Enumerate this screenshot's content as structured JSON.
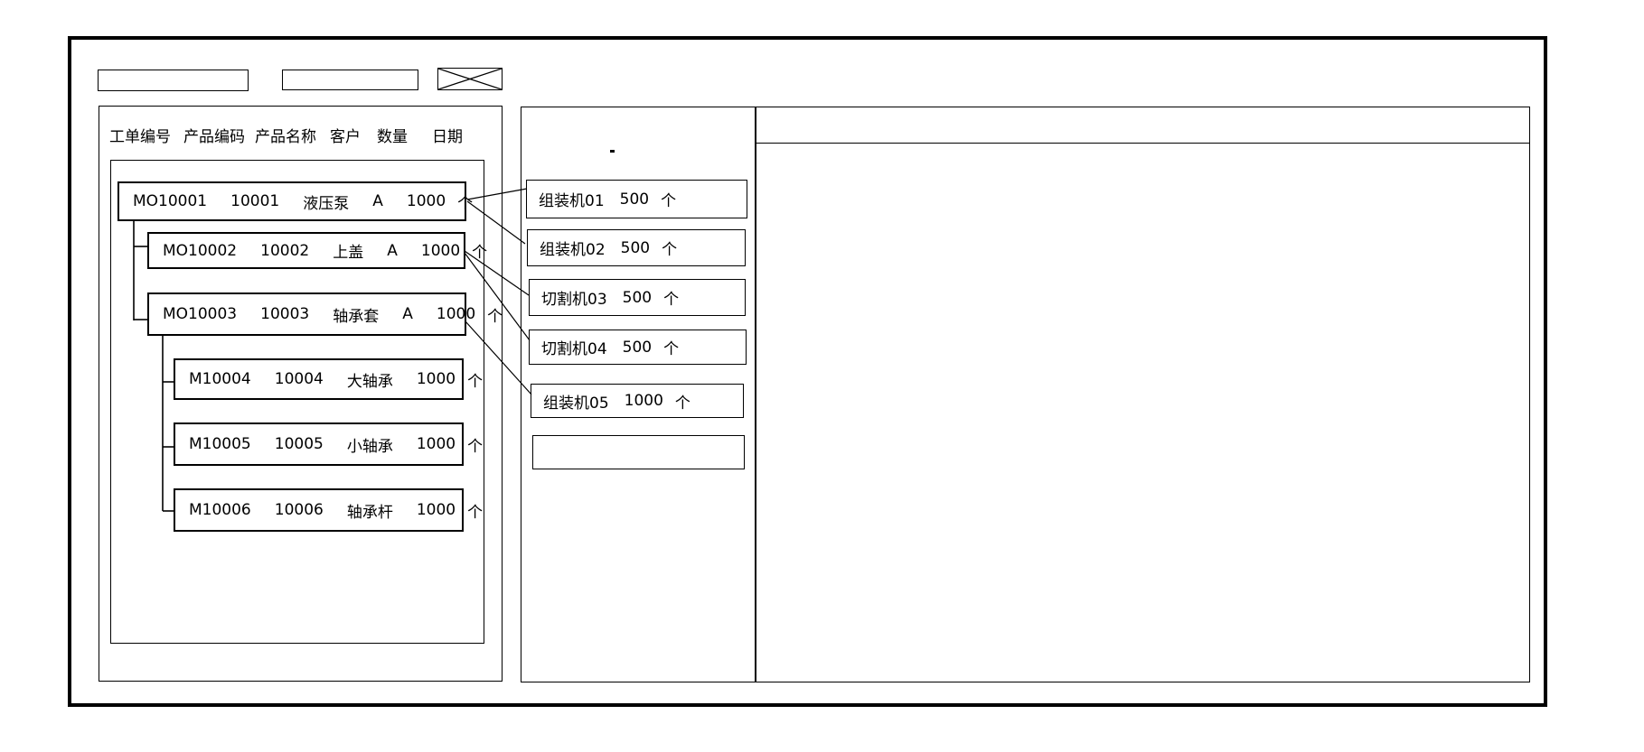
{
  "toolbar": {
    "input1_value": "",
    "input2_value": ""
  },
  "order_panel": {
    "columns": {
      "work_order_no": "工单编号",
      "product_code": "产品编码",
      "product_name": "产品名称",
      "customer": "客户",
      "quantity": "数量",
      "date": "日期"
    },
    "orders": [
      {
        "work_order": "MO10001",
        "product_code": "10001",
        "product_name": "液压泵",
        "customer": "A",
        "quantity": "1000",
        "unit": "个"
      },
      {
        "work_order": "MO10002",
        "product_code": "10002",
        "product_name": "上盖",
        "customer": "A",
        "quantity": "1000",
        "unit": "个"
      },
      {
        "work_order": "MO10003",
        "product_code": "10003",
        "product_name": "轴承套",
        "customer": "A",
        "quantity": "1000",
        "unit": "个"
      },
      {
        "work_order": "M10004",
        "product_code": "10004",
        "product_name": "大轴承",
        "customer": "",
        "quantity": "1000",
        "unit": "个"
      },
      {
        "work_order": "M10005",
        "product_code": "10005",
        "product_name": "小轴承",
        "customer": "",
        "quantity": "1000",
        "unit": "个"
      },
      {
        "work_order": "M10006",
        "product_code": "10006",
        "product_name": "轴承杆",
        "customer": "",
        "quantity": "1000",
        "unit": "个"
      }
    ]
  },
  "machine_panel": {
    "header_mark": "-",
    "machines": [
      {
        "name": "组装机01",
        "quantity": "500",
        "unit": "个"
      },
      {
        "name": "组装机02",
        "quantity": "500",
        "unit": "个"
      },
      {
        "name": "切割机03",
        "quantity": "500",
        "unit": "个"
      },
      {
        "name": "切割机04",
        "quantity": "500",
        "unit": "个"
      },
      {
        "name": "组装机05",
        "quantity": "1000",
        "unit": "个"
      },
      {
        "name": "",
        "quantity": "",
        "unit": ""
      }
    ]
  },
  "assignments": [
    {
      "work_order": "MO10001",
      "machine": "组装机01"
    },
    {
      "work_order": "MO10001",
      "machine": "组装机02"
    },
    {
      "work_order": "MO10002",
      "machine": "切割机03"
    },
    {
      "work_order": "MO10002",
      "machine": "切割机04"
    },
    {
      "work_order": "MO10003",
      "machine": "组装机05"
    }
  ],
  "colors": {
    "line": "#000000",
    "background": "#ffffff"
  }
}
